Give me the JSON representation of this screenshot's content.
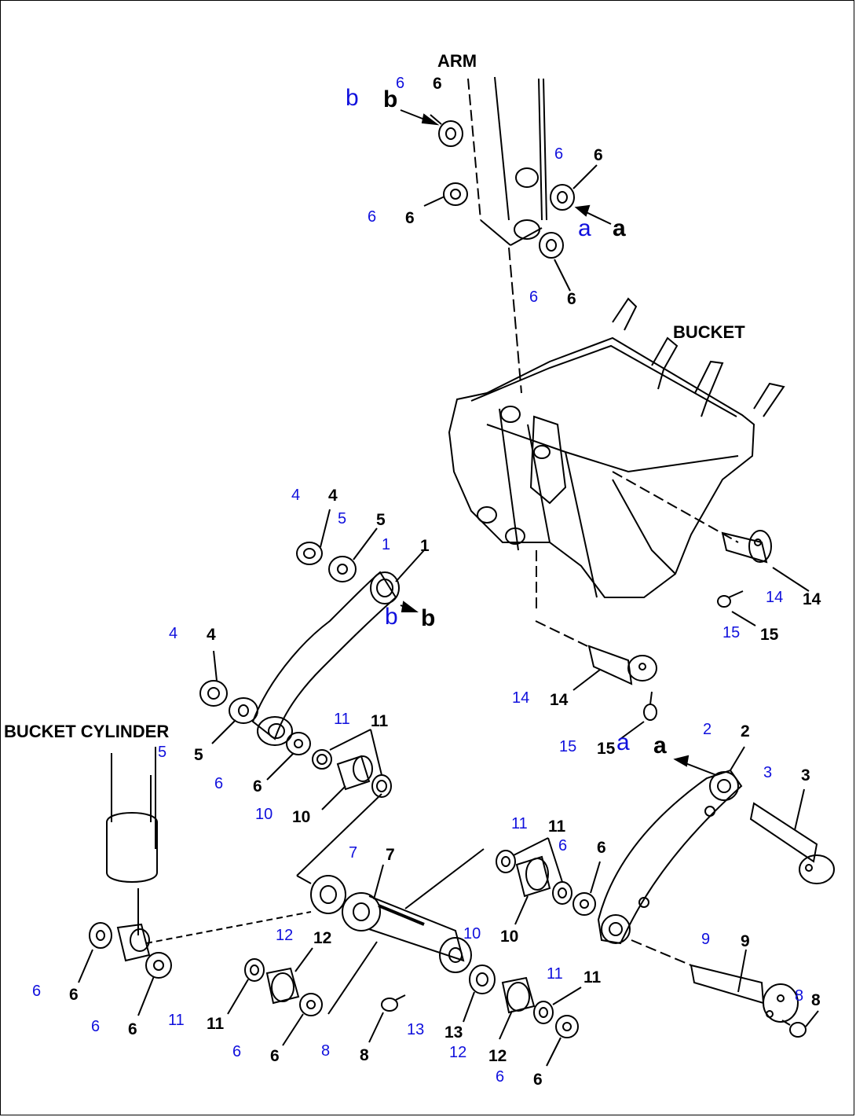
{
  "colors": {
    "line": "#000000",
    "callout_black": "#000000",
    "callout_blue": "#1010dd",
    "background": "#ffffff"
  },
  "titles": {
    "arm": "ARM",
    "bucket": "BUCKET",
    "bucket_cylinder": "BUCKET CYLINDER"
  },
  "callouts": {
    "b_arm_blue": "b",
    "b_arm_black": "b",
    "n6_a": "6",
    "n6_b": "6",
    "n6_c": "6",
    "n6_d": "6",
    "n6_e": "6",
    "n6_f": "6",
    "n6_g": "6",
    "n6_h": "6",
    "a_arm_blue": "a",
    "a_arm_black": "a",
    "n4_top_blue": "4",
    "n4_top": "4",
    "n5_top_blue": "5",
    "n5_top": "5",
    "n1_blue": "1",
    "n1": "1",
    "b_link_blue": "b",
    "b_link_black": "b",
    "n4_mid_blue": "4",
    "n4_mid": "4",
    "n5_mid_blue": "5",
    "n5_mid": "5",
    "n6_mid_blue": "6",
    "n6_mid": "6",
    "n11_top_blue": "11",
    "n11_top": "11",
    "n10_top_blue": "10",
    "n10_top": "10",
    "n14_top_blue": "14",
    "n14_top": "14",
    "n15_top_blue": "15",
    "n15_top": "15",
    "n14_mid_blue": "14",
    "n14_mid": "14",
    "n15_mid_blue": "15",
    "n15_mid": "15",
    "a_mid_blue": "a",
    "a_mid_black": "a",
    "n2_blue": "2",
    "n2": "2",
    "n3_blue": "3",
    "n3": "3",
    "n11_r_blue": "11",
    "n11_r": "11",
    "n6_r_blue": "6",
    "n6_r": "6",
    "n7_blue": "7",
    "n7": "7",
    "n10_m_blue": "10",
    "n10_m": "10",
    "n9_blue": "9",
    "n9": "9",
    "n8_r_blue": "8",
    "n8_r": "8",
    "n12_l_blue": "12",
    "n12_l": "12",
    "n10_b": "10",
    "n6_ll_blue": "6",
    "n6_ll": "6",
    "n6_lb_blue": "6",
    "n6_lb": "6",
    "n11_lb_blue": "11",
    "n11_lb": "11",
    "n6_bb_blue": "6",
    "n6_bb": "6",
    "n8_b_blue": "8",
    "n8_b": "8",
    "n13_blue": "13",
    "n13": "13",
    "n12_b_blue": "12",
    "n12_b": "12",
    "n11_br_blue": "11",
    "n11_br": "11",
    "n6_br_blue": "6",
    "n6_br": "6"
  }
}
